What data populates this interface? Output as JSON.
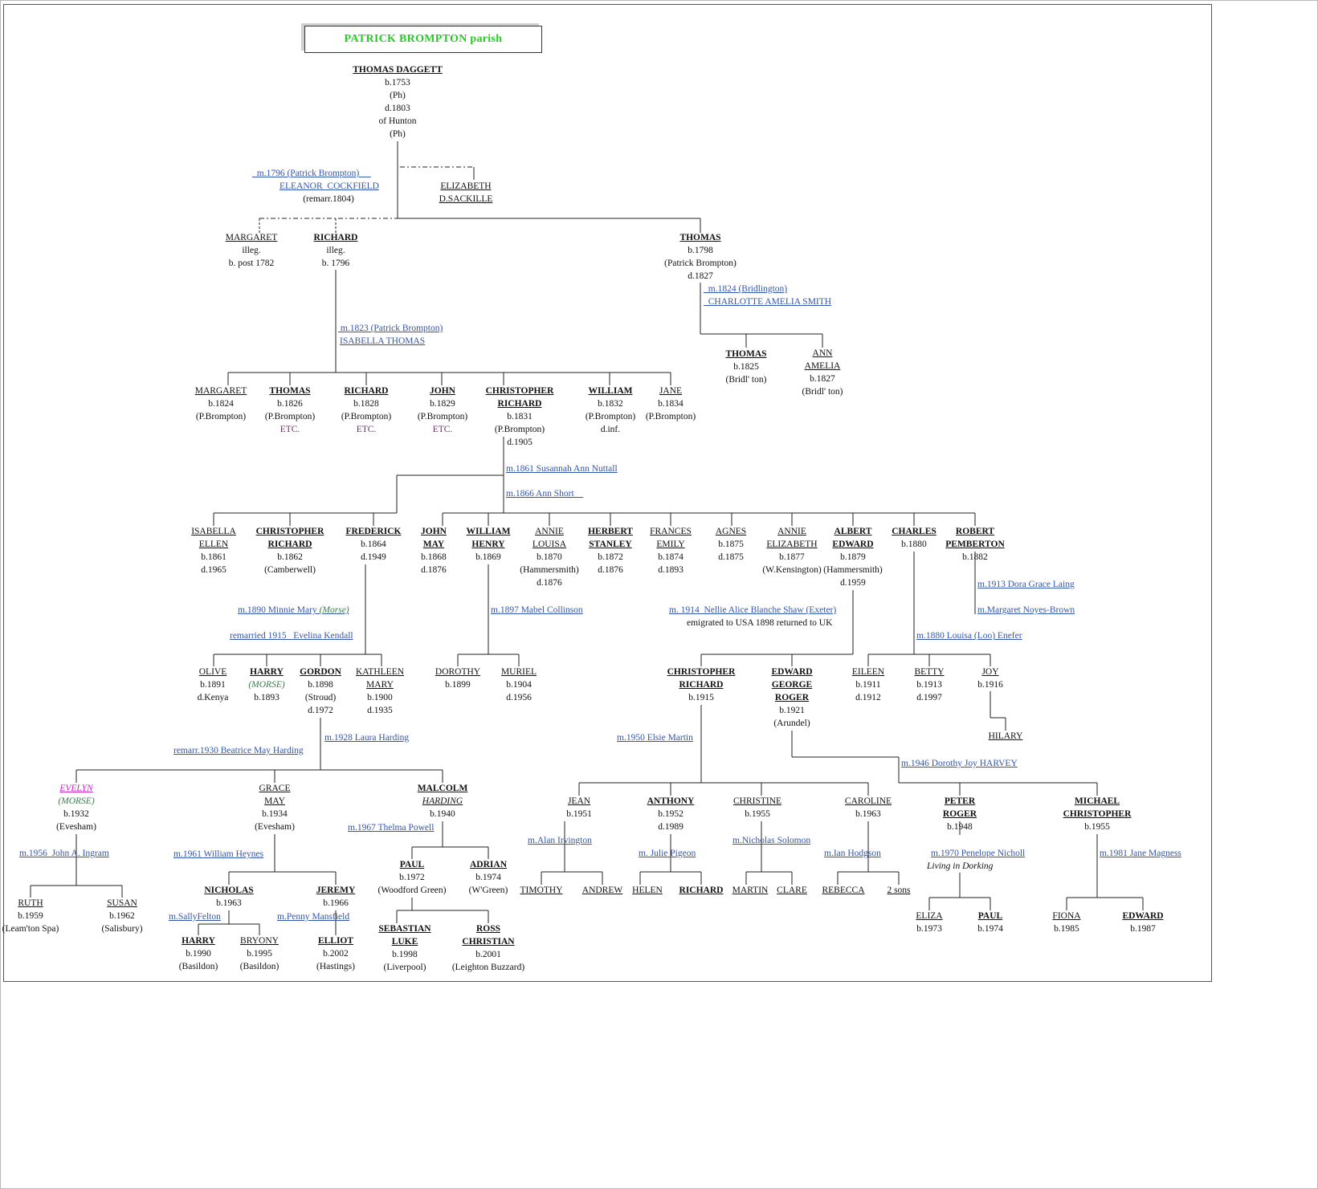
{
  "title": "PATRICK  BROMPTON  parish",
  "colors": {
    "title": "#22cc22",
    "marriage": "#3355aa",
    "etc": "#663366",
    "morse": "#3a7a4a",
    "evelyn": "#cc22cc"
  },
  "people": [
    {
      "id": "thomas-daggett",
      "name": "THOMAS DAGGETT",
      "bold": true,
      "lines": [
        "b.1753",
        "(Ph)",
        "d.1803",
        "of Hunton",
        "(Ph)"
      ]
    },
    {
      "id": "elizabeth-d-sackille",
      "name": "ELIZABETH",
      "name2": "D.SACKILLE",
      "lines": []
    },
    {
      "id": "margaret-illeg",
      "name": "MARGARET",
      "lines": [
        "illeg.",
        "b. post 1782"
      ]
    },
    {
      "id": "richard-1796",
      "name": "RICHARD",
      "bold": true,
      "lines": [
        "illeg.",
        "b. 1796"
      ]
    },
    {
      "id": "thomas-1798",
      "name": "THOMAS",
      "bold": true,
      "lines": [
        "b.1798",
        "(Patrick Brompton)",
        "d.1827"
      ]
    },
    {
      "id": "thomas-1825",
      "name": "THOMAS",
      "bold": true,
      "lines": [
        "b.1825",
        "(Bridl' ton)"
      ]
    },
    {
      "id": "ann-amelia",
      "name": "ANN",
      "name2": "AMELIA",
      "lines": [
        "b.1827",
        "(Bridl' ton)"
      ]
    },
    {
      "id": "margaret-1824",
      "name": "MARGARET",
      "lines": [
        "b.1824",
        "(P.Brompton)"
      ]
    },
    {
      "id": "thomas-1826",
      "name": "THOMAS",
      "bold": true,
      "lines": [
        "b.1826",
        "(P.Brompton)"
      ],
      "etc": "ETC."
    },
    {
      "id": "richard-1828",
      "name": "RICHARD",
      "bold": true,
      "lines": [
        "b.1828",
        "(P.Brompton)"
      ],
      "etc": "ETC."
    },
    {
      "id": "john-1829",
      "name": "JOHN",
      "bold": true,
      "lines": [
        "b.1829",
        "(P.Brompton)"
      ],
      "etc": "ETC."
    },
    {
      "id": "christopher-richard-1831",
      "name": "CHRISTOPHER",
      "name2": "RICHARD",
      "bold": true,
      "lines": [
        "b.1831",
        "(P.Brompton)",
        "d.1905"
      ]
    },
    {
      "id": "william-1832",
      "name": "WILLIAM",
      "bold": true,
      "lines": [
        "b.1832",
        "(P.Brompton)",
        "d.inf."
      ]
    },
    {
      "id": "jane-1834",
      "name": "JANE",
      "lines": [
        "b.1834",
        "(P.Brompton)"
      ]
    },
    {
      "id": "isabella-ellen",
      "name": "ISABELLA",
      "name2": "ELLEN",
      "lines": [
        "b.1861",
        "d.1965"
      ]
    },
    {
      "id": "christopher-richard-1862",
      "name": "CHRISTOPHER",
      "name2": "RICHARD",
      "bold": true,
      "lines": [
        "b.1862",
        "(Camberwell)"
      ]
    },
    {
      "id": "frederick",
      "name": "FREDERICK",
      "bold": true,
      "lines": [
        "b.1864",
        "d.1949"
      ]
    },
    {
      "id": "john-may",
      "name": "JOHN",
      "name2": "MAY",
      "bold": true,
      "lines": [
        "b.1868",
        "d.1876"
      ]
    },
    {
      "id": "william-henry",
      "name": "WILLIAM",
      "name2": "HENRY",
      "bold": true,
      "lines": [
        "b.1869"
      ]
    },
    {
      "id": "annie-louisa",
      "name": "ANNIE",
      "name2": "LOUISA",
      "lines": [
        "b.1870",
        "(Hammersmith)",
        "d.1876"
      ]
    },
    {
      "id": "herbert-stanley",
      "name": "HERBERT",
      "name2": "STANLEY",
      "bold": true,
      "lines": [
        "b.1872",
        "d.1876"
      ]
    },
    {
      "id": "frances-emily",
      "name": "FRANCES",
      "name2": "EMILY",
      "lines": [
        "b.1874",
        "d.1893"
      ]
    },
    {
      "id": "agnes",
      "name": "AGNES",
      "lines": [
        "b.1875",
        "d.1875"
      ]
    },
    {
      "id": "annie-elizabeth",
      "name": "ANNIE",
      "name2": "ELIZABETH",
      "lines": [
        "b.1877",
        "(W.Kensington)"
      ]
    },
    {
      "id": "albert-edward",
      "name": "ALBERT",
      "name2": "EDWARD",
      "bold": true,
      "lines": [
        "b.1879",
        "(Hammersmith)",
        "d.1959"
      ]
    },
    {
      "id": "charles",
      "name": "CHARLES",
      "bold": true,
      "lines": [
        "b.1880"
      ]
    },
    {
      "id": "robert-pemberton",
      "name": "ROBERT",
      "name2": "PEMBERTON",
      "bold": true,
      "lines": [
        "b.1882"
      ]
    },
    {
      "id": "olive",
      "name": "OLIVE",
      "lines": [
        "b.1891",
        "d.Kenya"
      ]
    },
    {
      "id": "harry-morse",
      "name": "HARRY",
      "morse": "(MORSE)",
      "bold": true,
      "lines": [
        "b.1893"
      ]
    },
    {
      "id": "gordon",
      "name": "GORDON",
      "bold": true,
      "lines": [
        "b.1898",
        "(Stroud)",
        "d.1972"
      ]
    },
    {
      "id": "kathleen-mary",
      "name": "KATHLEEN",
      "name2": "MARY",
      "lines": [
        "b.1900",
        "d.1935"
      ]
    },
    {
      "id": "dorothy",
      "name": "DOROTHY",
      "lines": [
        "b.1899"
      ]
    },
    {
      "id": "muriel",
      "name": "MURIEL",
      "lines": [
        "b.1904",
        "d.1956"
      ]
    },
    {
      "id": "christopher-richard-1915",
      "name": "CHRISTOPHER",
      "name2": "RICHARD",
      "bold": true,
      "lines": [
        "b.1915"
      ]
    },
    {
      "id": "edward-george-roger",
      "name": "EDWARD",
      "name2": "GEORGE",
      "name3": "ROGER",
      "bold": true,
      "lines": [
        "b.1921",
        "(Arundel)"
      ]
    },
    {
      "id": "eileen",
      "name": "EILEEN",
      "lines": [
        "b.1911",
        "d.1912"
      ]
    },
    {
      "id": "betty",
      "name": "BETTY",
      "lines": [
        "b.1913",
        "d.1997"
      ]
    },
    {
      "id": "joy",
      "name": "JOY",
      "lines": [
        "b.1916"
      ]
    },
    {
      "id": "hilary",
      "name": "HILARY",
      "lines": []
    },
    {
      "id": "evelyn",
      "name": "EVELYN",
      "morse": "(MORSE)",
      "evelyn": true,
      "lines": [
        "b.1932",
        "(Evesham)"
      ]
    },
    {
      "id": "grace-may",
      "name": "GRACE",
      "name2": "MAY",
      "lines": [
        "b.1934",
        "(Evesham)"
      ]
    },
    {
      "id": "malcolm-harding",
      "name": "MALCOLM",
      "italic": "HARDING",
      "bold": true,
      "lines": [
        "b.1940"
      ]
    },
    {
      "id": "jean",
      "name": "JEAN",
      "lines": [
        "b.1951"
      ]
    },
    {
      "id": "anthony",
      "name": "ANTHONY",
      "bold": true,
      "lines": [
        "b.1952",
        "d.1989"
      ]
    },
    {
      "id": "christine",
      "name": "CHRISTINE",
      "lines": [
        "b.1955"
      ]
    },
    {
      "id": "caroline",
      "name": "CAROLINE",
      "lines": [
        "b.1963"
      ]
    },
    {
      "id": "peter-roger",
      "name": "PETER",
      "name2": "ROGER",
      "bold": true,
      "lines": [
        "b.1948"
      ]
    },
    {
      "id": "michael-christopher",
      "name": "MICHAEL",
      "name2": "CHRISTOPHER",
      "bold": true,
      "lines": [
        "b.1955"
      ]
    },
    {
      "id": "paul-1972",
      "name": "PAUL",
      "bold": true,
      "lines": [
        "b.1972",
        "(Woodford Green)"
      ]
    },
    {
      "id": "adrian",
      "name": "ADRIAN",
      "bold": true,
      "lines": [
        "b.1974",
        "(W'Green)"
      ]
    },
    {
      "id": "ruth",
      "name": "RUTH",
      "lines": [
        "b.1959",
        "(Leam'ton Spa)"
      ]
    },
    {
      "id": "susan",
      "name": "SUSAN",
      "lines": [
        "b.1962",
        "(Salisbury)"
      ]
    },
    {
      "id": "nicholas",
      "name": "NICHOLAS",
      "bold": true,
      "lines": [
        "b.1963"
      ]
    },
    {
      "id": "jeremy",
      "name": "JEREMY",
      "bold": true,
      "lines": [
        "b.1966"
      ]
    },
    {
      "id": "timothy",
      "name": "TIMOTHY",
      "lines": []
    },
    {
      "id": "andrew",
      "name": "ANDREW",
      "lines": []
    },
    {
      "id": "helen",
      "name": "HELEN",
      "lines": []
    },
    {
      "id": "richard-anthony",
      "name": "RICHARD",
      "bold": true,
      "lines": []
    },
    {
      "id": "martin",
      "name": "MARTIN",
      "lines": []
    },
    {
      "id": "clare",
      "name": "CLARE",
      "lines": []
    },
    {
      "id": "rebecca",
      "name": "REBECCA",
      "lines": []
    },
    {
      "id": "two-sons",
      "name": "2 sons",
      "lines": []
    },
    {
      "id": "eliza",
      "name": "ELIZA",
      "lines": [
        "b.1973"
      ]
    },
    {
      "id": "paul-1974",
      "name": "PAUL",
      "bold": true,
      "lines": [
        "b.1974"
      ]
    },
    {
      "id": "fiona",
      "name": "FIONA",
      "lines": [
        "b.1985"
      ]
    },
    {
      "id": "edward-1987",
      "name": "EDWARD",
      "bold": true,
      "lines": [
        "b.1987"
      ]
    },
    {
      "id": "sebastian-luke",
      "name": "SEBASTIAN",
      "name2": "LUKE",
      "bold": true,
      "lines": [
        "b.1998",
        "(Liverpool)"
      ]
    },
    {
      "id": "ross-christian",
      "name": "ROSS",
      "name2": "CHRISTIAN",
      "bold": true,
      "lines": [
        "b.2001",
        "(Leighton Buzzard)"
      ]
    },
    {
      "id": "harry-1990",
      "name": "HARRY",
      "bold": true,
      "lines": [
        "b.1990",
        "(Basildon)"
      ]
    },
    {
      "id": "bryony",
      "name": "BRYONY",
      "lines": [
        "b.1995",
        "(Basildon)"
      ]
    },
    {
      "id": "elliot",
      "name": "ELLIOT",
      "bold": true,
      "lines": [
        "b.2002",
        "(Hastings)"
      ]
    }
  ],
  "marriages": [
    {
      "id": "m-1796",
      "text": "  m.1796 (Patrick Brompton)     "
    },
    {
      "id": "m-1796-eleanor",
      "text": "ELEANOR  COCKFIELD"
    },
    {
      "id": "m-1796-remarr",
      "text": "(remarr.1804)",
      "plain": true
    },
    {
      "id": "m-1824",
      "text": "  m.1824 (Bridlington)"
    },
    {
      "id": "m-1824-charlotte",
      "text": "  CHARLOTTE AMELIA SMITH"
    },
    {
      "id": "m-1823",
      "text": " m.1823 (Patrick Brompton)"
    },
    {
      "id": "m-1823-isabella",
      "text": "ISABELLA THOMAS"
    },
    {
      "id": "m-1861",
      "text": "m.1861 Susannah Ann Nuttall"
    },
    {
      "id": "m-1866",
      "text": "m.1866 Ann Short    "
    },
    {
      "id": "m-1890",
      "text": "m.1890 Minnie Mary ",
      "green": "(Morse)"
    },
    {
      "id": "m-1915-remarried",
      "text": "remarried 1915   Evelina Kendall"
    },
    {
      "id": "m-1897",
      "text": "m.1897 Mabel Collinson"
    },
    {
      "id": "m-1914",
      "text": "m. 1914  Nellie Alice Blanche Shaw (Exeter)"
    },
    {
      "id": "m-1914-emigrated",
      "text": "emigrated to USA 1898 returned to UK",
      "plain": true
    },
    {
      "id": "m-1880",
      "text": "m.1880 Louisa (Loo) Enefer"
    },
    {
      "id": "m-1913",
      "text": "m.1913 Dora Grace Laing"
    },
    {
      "id": "m-margaret",
      "text": "m.Margaret Noyes-Brown"
    },
    {
      "id": "m-1928",
      "text": "m.1928 Laura Harding"
    },
    {
      "id": "m-1930",
      "text": "remarr.1930 Beatrice May Harding"
    },
    {
      "id": "m-1950",
      "text": "m.1950 Elsie Martin"
    },
    {
      "id": "m-1946",
      "text": "m.1946 Dorothy Joy HARVEY"
    },
    {
      "id": "m-1956",
      "text": "m.1956  John A. Ingram"
    },
    {
      "id": "m-1961",
      "text": "m.1961 William Heynes"
    },
    {
      "id": "m-1967",
      "text": "m.1967 Thelma Powell"
    },
    {
      "id": "m-alan",
      "text": "m.Alan Irvington"
    },
    {
      "id": "m-julie",
      "text": "m. Julie Pigeon"
    },
    {
      "id": "m-nicholas-solomon",
      "text": "m.Nicholas Solomon"
    },
    {
      "id": "m-ian",
      "text": "m.Ian Hodgson"
    },
    {
      "id": "m-1970",
      "text": "m.1970 Penelope Nicholl"
    },
    {
      "id": "m-dorking",
      "text": "Living in Dorking",
      "italic": true
    },
    {
      "id": "m-1981",
      "text": "m.1981 Jane Magness"
    },
    {
      "id": "m-sally",
      "text": "m.SallyFelton"
    },
    {
      "id": "m-penny",
      "text": "m.Penny Mansfield"
    }
  ]
}
